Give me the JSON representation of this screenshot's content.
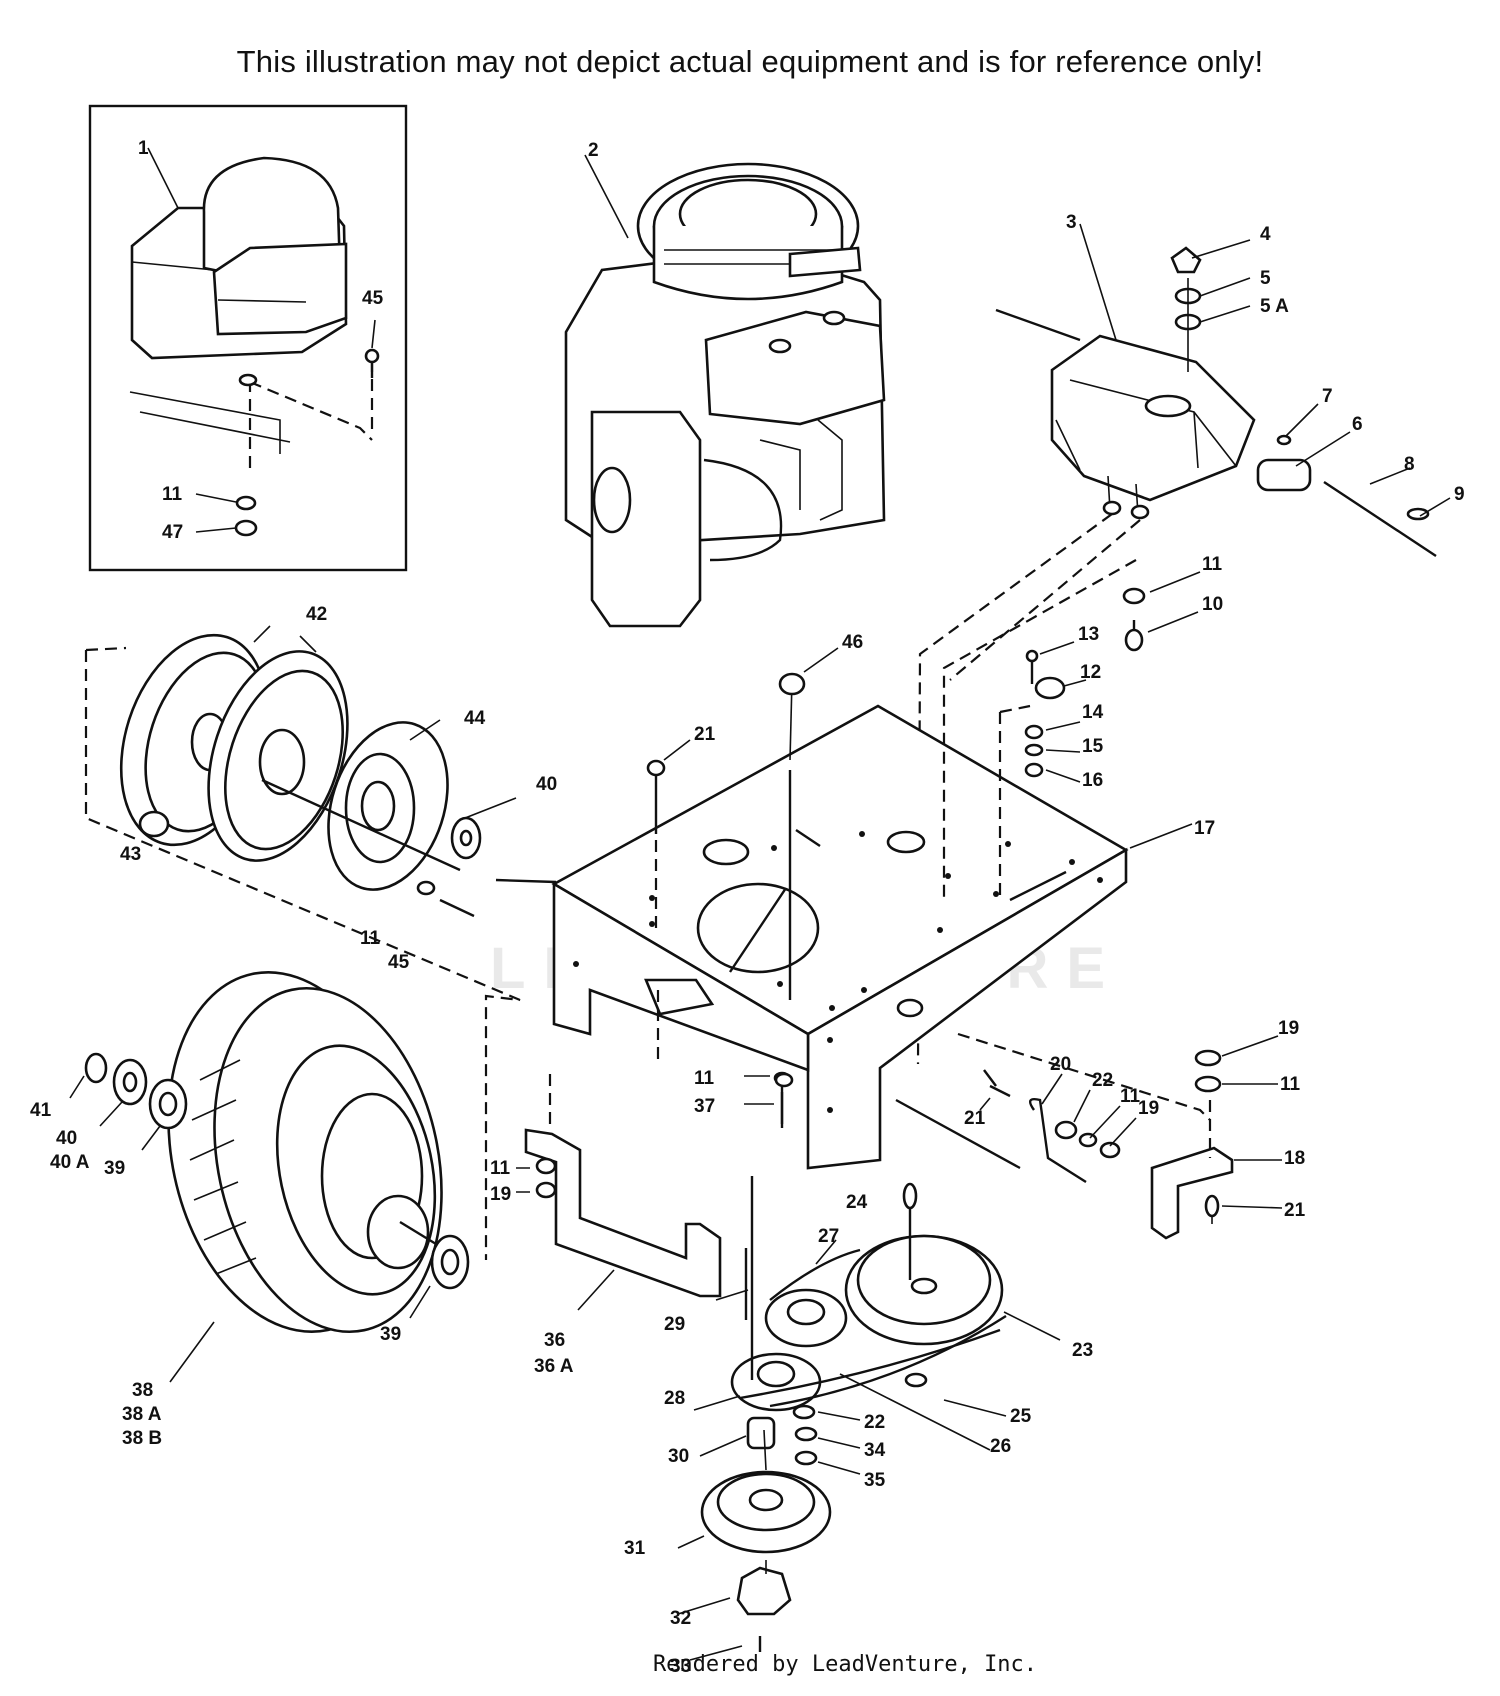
{
  "header": {
    "notice": "This illustration may not depict actual equipment and is for reference only!"
  },
  "footer": {
    "rendered_by": "Rendered by LeadVenture, Inc."
  },
  "watermark": {
    "text": "LEADVENTURE"
  },
  "callouts": [
    {
      "text": "1"
    },
    {
      "text": "45"
    },
    {
      "text": "11"
    },
    {
      "text": "47"
    },
    {
      "text": "2"
    },
    {
      "text": "3"
    },
    {
      "text": "4"
    },
    {
      "text": "5"
    },
    {
      "text": "5 A"
    },
    {
      "text": "7"
    },
    {
      "text": "6"
    },
    {
      "text": "8"
    },
    {
      "text": "9"
    },
    {
      "text": "11"
    },
    {
      "text": "10"
    },
    {
      "text": "46"
    },
    {
      "text": "13"
    },
    {
      "text": "12"
    },
    {
      "text": "14"
    },
    {
      "text": "15"
    },
    {
      "text": "16"
    },
    {
      "text": "17"
    },
    {
      "text": "42"
    },
    {
      "text": "44"
    },
    {
      "text": "40"
    },
    {
      "text": "43"
    },
    {
      "text": "11"
    },
    {
      "text": "45"
    },
    {
      "text": "21"
    },
    {
      "text": "41"
    },
    {
      "text": "40"
    },
    {
      "text": "40 A"
    },
    {
      "text": "39"
    },
    {
      "text": "19"
    },
    {
      "text": "11"
    },
    {
      "text": "20"
    },
    {
      "text": "22"
    },
    {
      "text": "11"
    },
    {
      "text": "19"
    },
    {
      "text": "21"
    },
    {
      "text": "18"
    },
    {
      "text": "21"
    },
    {
      "text": "11"
    },
    {
      "text": "37"
    },
    {
      "text": "11"
    },
    {
      "text": "19"
    },
    {
      "text": "24"
    },
    {
      "text": "27"
    },
    {
      "text": "23"
    },
    {
      "text": "39"
    },
    {
      "text": "36"
    },
    {
      "text": "36 A"
    },
    {
      "text": "29"
    },
    {
      "text": "38"
    },
    {
      "text": "38 A"
    },
    {
      "text": "38 B"
    },
    {
      "text": "28"
    },
    {
      "text": "25"
    },
    {
      "text": "22"
    },
    {
      "text": "26"
    },
    {
      "text": "30"
    },
    {
      "text": "34"
    },
    {
      "text": "35"
    },
    {
      "text": "31"
    },
    {
      "text": "32"
    },
    {
      "text": "33"
    }
  ]
}
